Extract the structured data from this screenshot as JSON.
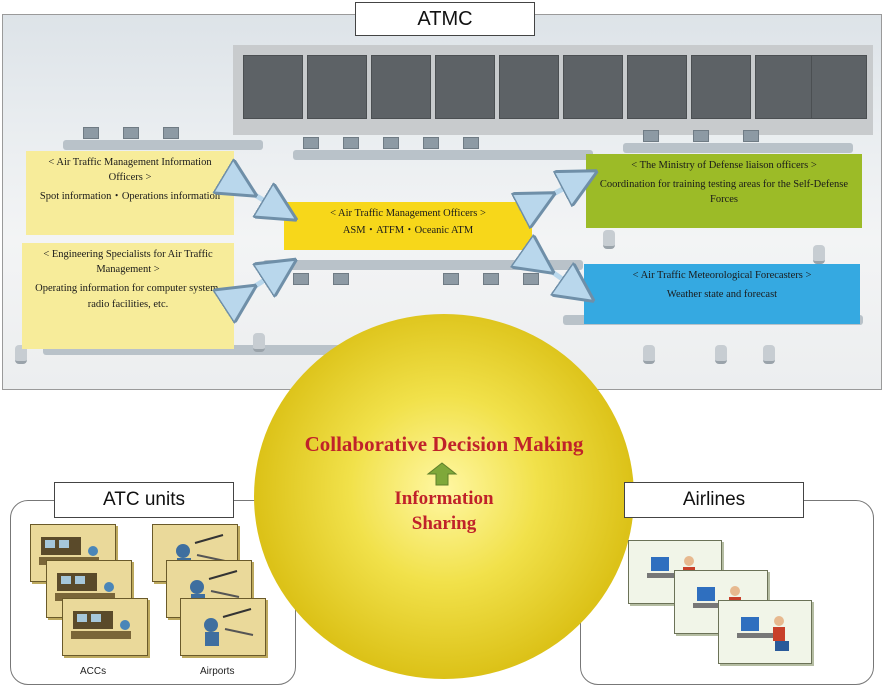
{
  "atmc": {
    "title": "ATMC"
  },
  "boxes": {
    "atmio": {
      "heading": "< Air Traffic Management Information Officers >",
      "body": "Spot information・Operations information"
    },
    "engineering": {
      "heading": "< Engineering Specialists for Air Traffic Management >",
      "body": "Operating information for computer system, radio facilities, etc."
    },
    "atmo": {
      "heading": "< Air Traffic Management Officers >",
      "body": "ASM・ATFM・Oceanic ATM"
    },
    "mod": {
      "heading": "< The Ministry of Defense liaison officers >",
      "body": "Coordination for training testing areas for the Self-Defense Forces"
    },
    "met": {
      "heading": "< Air Traffic Meteorological Forecasters >",
      "body": "Weather state and forecast"
    }
  },
  "center": {
    "cdm": "Collaborative Decision Making",
    "info_line1": "Information",
    "info_line2": "Sharing",
    "arrow_color": "#7fa83a"
  },
  "atc_units": {
    "title": "ATC units",
    "acc_label": "ACCs",
    "airports_label": "Airports"
  },
  "airlines": {
    "title": "Airlines"
  },
  "colors": {
    "info_yellow": "#f7ec9a",
    "atmo_gold": "#f7d71a",
    "mod_green": "#9cbb27",
    "met_blue": "#35a9e1",
    "cdm_red": "#c0222a"
  }
}
